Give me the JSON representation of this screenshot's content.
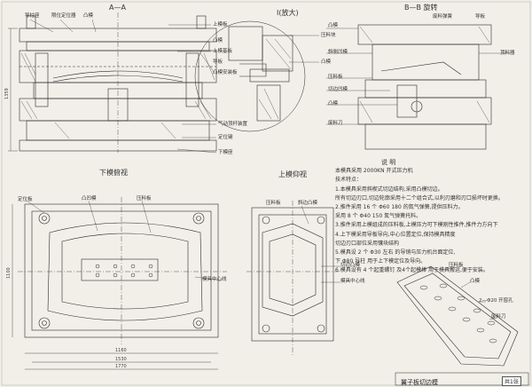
{
  "views": {
    "aa": "A—A",
    "detail": "Ⅰ(放大)",
    "bb": "B—B 旋转",
    "lower": "下模俯视",
    "upper": "上模仰视"
  },
  "labels_aa": {
    "l1": "导柱座",
    "l2": "限位定位器",
    "l3": "凸模",
    "l4": "上模板",
    "l5": "凸模",
    "l6": "上模基板",
    "l7": "导板",
    "l8": "凸模安装板",
    "l9": "气动顶杆装置",
    "l10": "定位键",
    "l11": "下模座"
  },
  "labels_detail": {
    "d1": "压料块",
    "d2": "凸模"
  },
  "labels_bb": {
    "b1": "废料弹簧",
    "b2": "导板",
    "b3": "凸模",
    "b4": "顶料器",
    "b5": "斜侧凹模",
    "b6": "压料板",
    "b7": "切边凹模",
    "b8": "凸模",
    "b9": "废料刀"
  },
  "labels_lower": {
    "p1": "定位板",
    "p2": "凸凹模",
    "p3": "压料板",
    "p4": "模具中心线"
  },
  "labels_upper": {
    "u1": "压料板",
    "u2": "斜边凸模",
    "u3": "切边凸模",
    "u4": "模具中心线"
  },
  "labels_iso": {
    "i1": "压料板",
    "i2": "凸模",
    "i3": "2—Φ20 开窗孔",
    "i4": "废料刀"
  },
  "dims": {
    "aa_height": "1359",
    "lower_height": "1100",
    "lower_width": "1770",
    "lower_w1": "1160",
    "lower_w2": "1530"
  },
  "notes": {
    "heading": "说 明",
    "lines": [
      "本模具采用 2000KN 开式压力机",
      "技术特点：",
      "1.本模具采用斜楔式切边结构,采用凸模切边。",
      "  所有切边刃口,切边轮廓采用十二个组合式,以利刃磨和刃口损坏时更换。",
      "2.推件采用 16 个 Φ60 180 的氮气弹簧,提供压料力。",
      "  采用 8 个 Φ40 150 氮气弹簧托料。",
      "3.推件采用上模组成的压料板,上模压力可下模刚性推件,推件力方向下",
      "4.上下模采用导板导向,中心位置定位,保持模具精度",
      "  切边刃口部位采用镶块结构",
      "5.模具设 2 个 Φ30 左右 的导销与压力机台面定位,",
      "  下 Φ80 导柱 用于上下模定位及导向。",
      "6.模具设有 4 个起重螺钉 及4个起模棒 用于模具搬运,便于安装。"
    ]
  },
  "title": "翼子板切边模",
  "sheet": "共1张"
}
